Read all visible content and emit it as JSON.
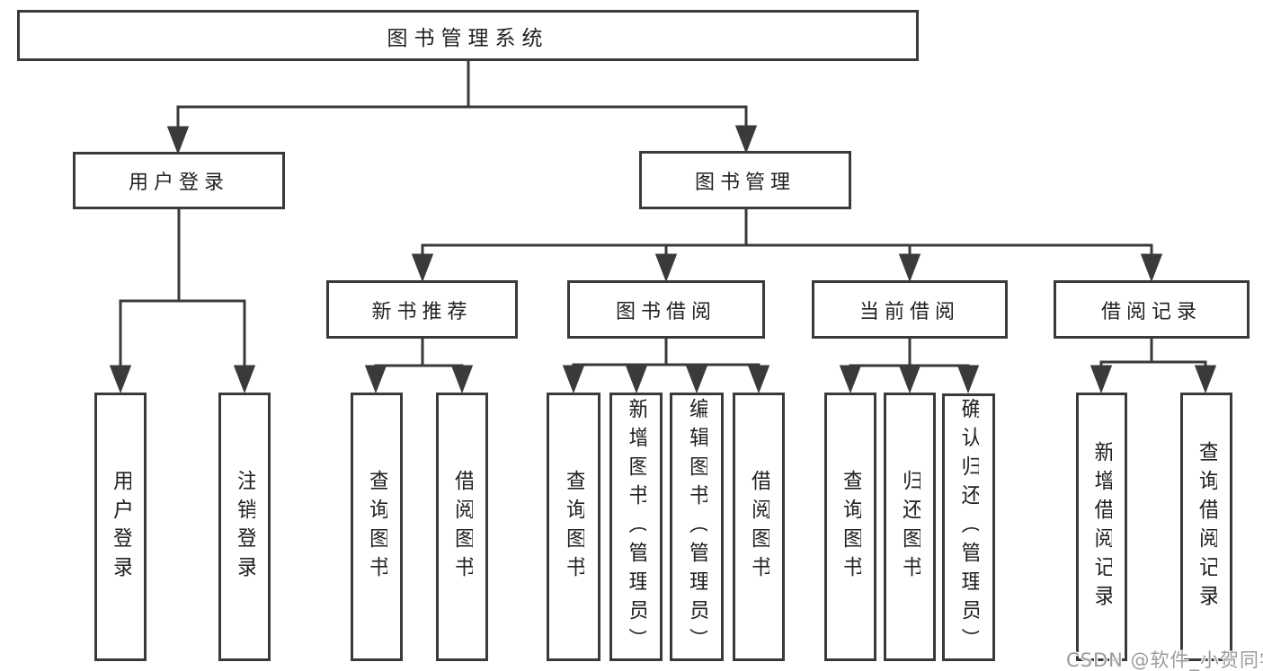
{
  "tree": {
    "root": "图书管理系统",
    "level1": {
      "login": "用户登录",
      "manage": "图书管理"
    },
    "level2": {
      "recommend": "新书推荐",
      "borrow": "图书借阅",
      "current": "当前借阅",
      "records": "借阅记录"
    },
    "leaves": {
      "login": [
        "用户登录",
        "注销登录"
      ],
      "recommend": [
        "查询图书",
        "借阅图书"
      ],
      "borrow": [
        "查询图书",
        "新增图书（管理员）",
        "编辑图书（管理员）",
        "借阅图书"
      ],
      "current": [
        "查询图书",
        "归还图书",
        "确认归还（管理员）"
      ],
      "records": [
        "新增借阅记录",
        "查询借阅记录"
      ]
    }
  },
  "watermark": "CSDN @软件_小贺同学",
  "colors": {
    "line": "#3a3a3a",
    "text": "#222222",
    "watermark": "#9b9b9b",
    "background": "#ffffff"
  }
}
